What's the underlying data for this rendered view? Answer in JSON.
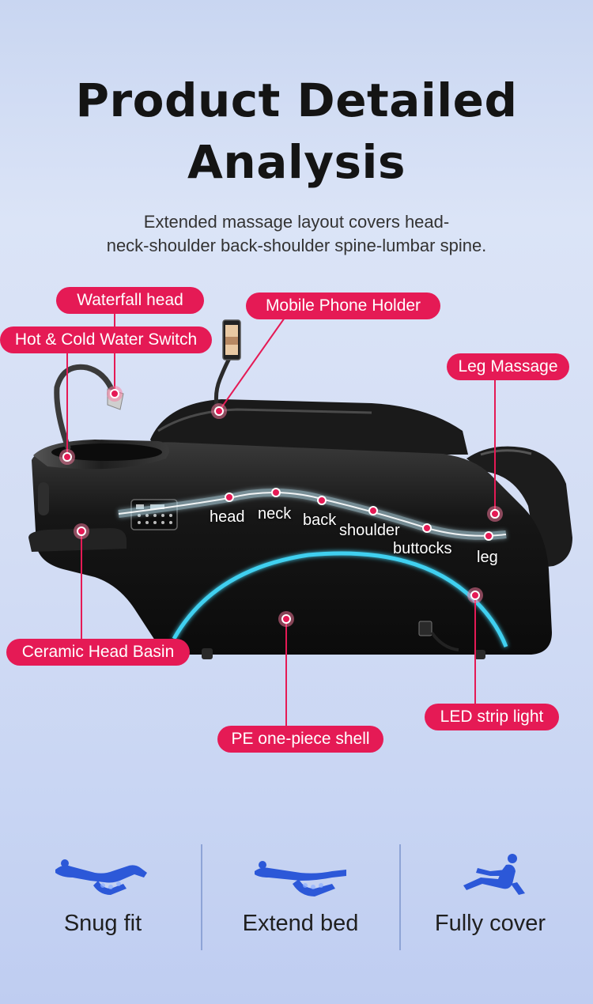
{
  "title_lines": [
    "Product Detailed",
    "Analysis"
  ],
  "subtitle_lines": [
    "Extended massage layout covers head-",
    "neck-shoulder back-shoulder spine-lumbar spine."
  ],
  "callouts": {
    "waterfall_head": "Waterfall head",
    "hot_cold_switch": "Hot & Cold Water Switch",
    "phone_holder": "Mobile Phone Holder",
    "leg_massage": "Leg Massage",
    "ceramic_basin": "Ceramic Head Basin",
    "led_strip": "LED strip light",
    "pe_shell": "PE one-piece shell"
  },
  "zones": [
    "head",
    "neck",
    "back",
    "shoulder",
    "buttocks",
    "leg"
  ],
  "features": [
    {
      "label": "Snug fit",
      "icon": "reclined-body-icon"
    },
    {
      "label": "Extend bed",
      "icon": "flat-body-icon"
    },
    {
      "label": "Fully cover",
      "icon": "seated-body-icon"
    }
  ],
  "colors": {
    "accent": "#e51a55",
    "led": "#3fd0f0",
    "chair": "#151515"
  }
}
